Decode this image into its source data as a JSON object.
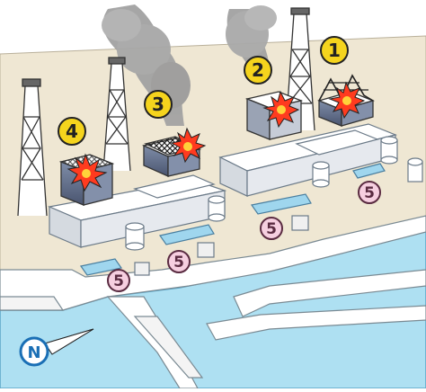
{
  "unit_markers": [
    {
      "label": "1",
      "kind": "unit"
    },
    {
      "label": "2",
      "kind": "unit"
    },
    {
      "label": "3",
      "kind": "unit"
    },
    {
      "label": "4",
      "kind": "unit"
    }
  ],
  "pool_markers": [
    {
      "label": "5"
    },
    {
      "label": "5"
    },
    {
      "label": "5"
    },
    {
      "label": "5"
    }
  ],
  "compass": {
    "letter": "N",
    "icon": "north-arrow-icon"
  },
  "colors": {
    "sea": "#aee0f2",
    "ground": "#efe7d3",
    "building": "#f2f4f6",
    "unit_marker": "#f5d41d",
    "pool_marker": "#f6cfe0",
    "pool_marker_text": "#5a2b41",
    "pool_water": "#9fd6ee",
    "fire": "#ff3b1f",
    "smoke": "#9a9a9a",
    "compass_ring": "#1a6fb5"
  }
}
